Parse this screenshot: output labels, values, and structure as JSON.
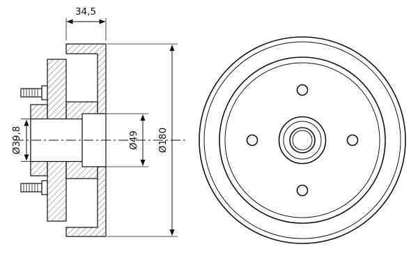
{
  "drawing": {
    "kind": "brake-drum-technical-drawing",
    "dimensions": {
      "depth": "34,5",
      "hub_bore": "Ø39,8",
      "pilot_bore": "Ø49",
      "outer_diameter": "Ø180"
    }
  }
}
